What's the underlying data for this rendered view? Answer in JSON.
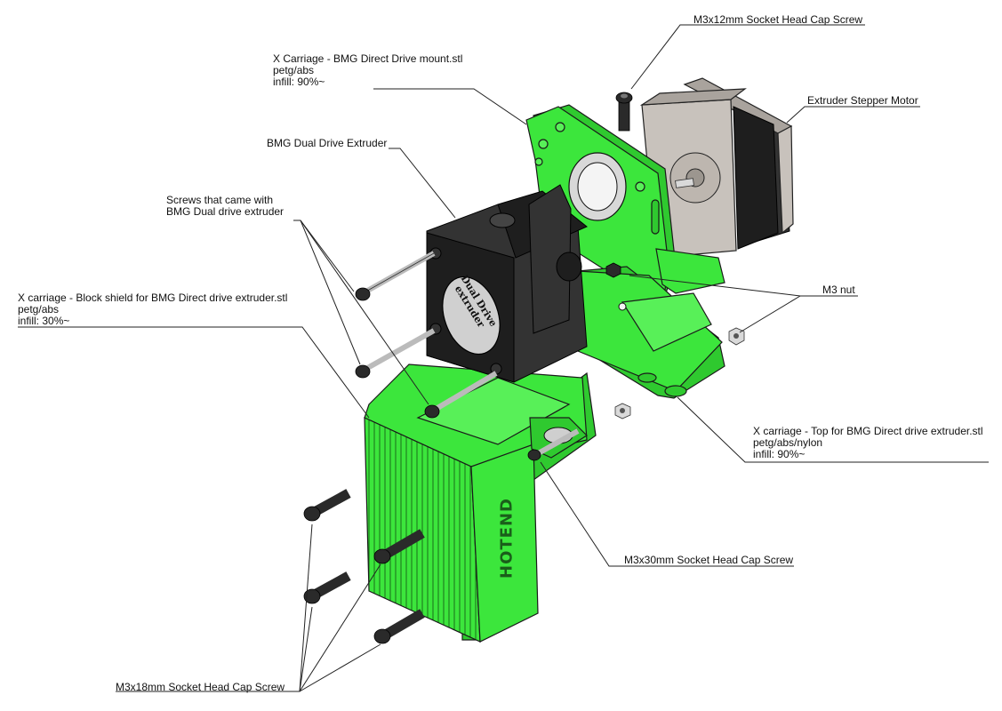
{
  "labels": {
    "m3x12": "M3x12mm Socket Head Cap Screw",
    "mount": [
      "X Carriage - BMG Direct Drive mount.stl",
      "petg/abs",
      "infill: 90%~"
    ],
    "stepper": "Extruder Stepper Motor",
    "bmg": "BMG Dual Drive Extruder",
    "screws_came": [
      "Screws that came with",
      "BMG Dual drive extruder"
    ],
    "shield": [
      "X carriage - Block shield for BMG Direct drive extruder.stl",
      "petg/abs",
      "infill: 30%~"
    ],
    "m3nut": "M3 nut",
    "top": [
      "X carriage - Top for BMG Direct drive extruder.stl",
      "petg/abs/nylon",
      "infill: 90%~"
    ],
    "m3x30": "M3x30mm Socket Head Cap Screw",
    "m3x18": "M3x18mm Socket Head Cap Screw"
  },
  "part_text": {
    "extruder_badge": [
      "Dual Drive",
      "extruder"
    ],
    "hotend": "HOTEND"
  },
  "colors": {
    "printed_part": "#3ce63c",
    "extruder_body": "#1e1e1e",
    "motor_plate": "#c8c2bc"
  }
}
